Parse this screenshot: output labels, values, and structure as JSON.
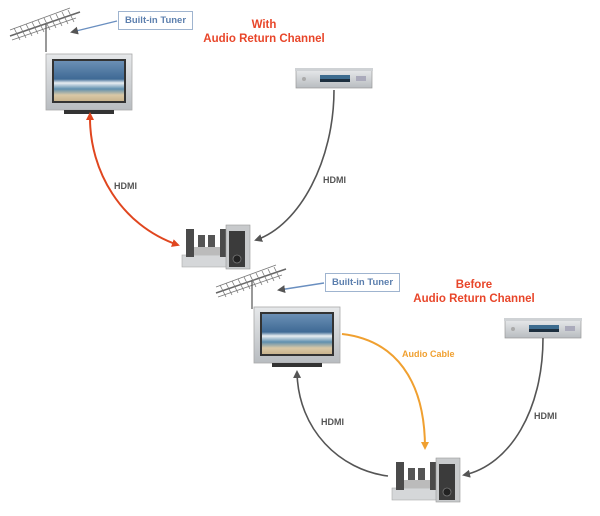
{
  "colors": {
    "title": "#e8462a",
    "arc_cable": "#e0461f",
    "hdmi_cable": "#555555",
    "audio_cable": "#f0a030",
    "tuner_text": "#5c7fae",
    "tuner_border": "#9fb4cf"
  },
  "diagrams": [
    {
      "title_line1": "With",
      "title_line2": "Audio Return Channel",
      "tuner_label": "Built-in Tuner",
      "devices": [
        "antenna-icon",
        "tv-icon",
        "dvd-player-icon",
        "home-theater-receiver-icon"
      ],
      "connections": [
        {
          "from": "TV",
          "to": "Receiver",
          "label": "HDMI",
          "direction": "bidirectional",
          "color": "arc"
        },
        {
          "from": "DVD Player",
          "to": "Receiver",
          "label": "HDMI",
          "direction": "one-way",
          "color": "hdmi"
        }
      ]
    },
    {
      "title_line1": "Before",
      "title_line2": "Audio Return Channel",
      "tuner_label": "Built-in Tuner",
      "devices": [
        "antenna-icon",
        "tv-icon",
        "dvd-player-icon",
        "home-theater-receiver-icon"
      ],
      "connections": [
        {
          "from": "Receiver",
          "to": "TV",
          "label": "HDMI",
          "direction": "one-way",
          "color": "hdmi"
        },
        {
          "from": "TV",
          "to": "Receiver",
          "label": "Audio Cable",
          "direction": "one-way",
          "color": "audio"
        },
        {
          "from": "DVD Player",
          "to": "Receiver",
          "label": "HDMI",
          "direction": "one-way",
          "color": "hdmi"
        }
      ]
    }
  ]
}
